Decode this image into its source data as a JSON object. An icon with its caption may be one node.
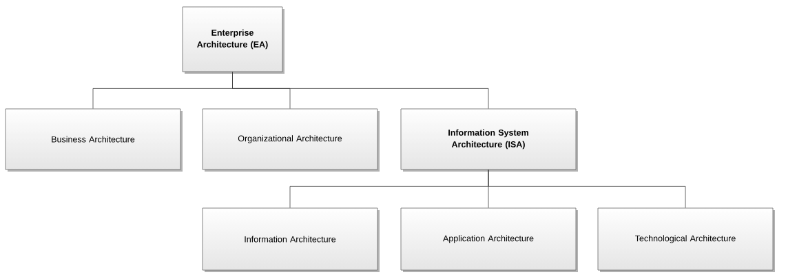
{
  "diagram": {
    "nodes": [
      {
        "text": [
          "Enterprise Architecture (EA)"
        ]
      },
      {
        "text": [
          "Business Architecture"
        ]
      },
      {
        "text": [
          "Organizational Architecture"
        ]
      },
      {
        "text": [
          "Information System Architecture (ISA)"
        ]
      },
      {
        "text": [
          "Information Architecture"
        ]
      },
      {
        "text": [
          "Application Architecture"
        ]
      },
      {
        "text": [
          "Technological Architecture"
        ]
      }
    ],
    "edges": [
      {
        "from": 0,
        "to": 1,
        "arrow": "none"
      },
      {
        "from": 0,
        "to": 2,
        "arrow": "none"
      },
      {
        "from": 0,
        "to": 3,
        "arrow": "none"
      },
      {
        "from": 3,
        "to": 4,
        "arrow": "none"
      },
      {
        "from": 3,
        "to": 5,
        "arrow": "none"
      },
      {
        "from": 3,
        "to": 6,
        "arrow": "none"
      }
    ]
  }
}
